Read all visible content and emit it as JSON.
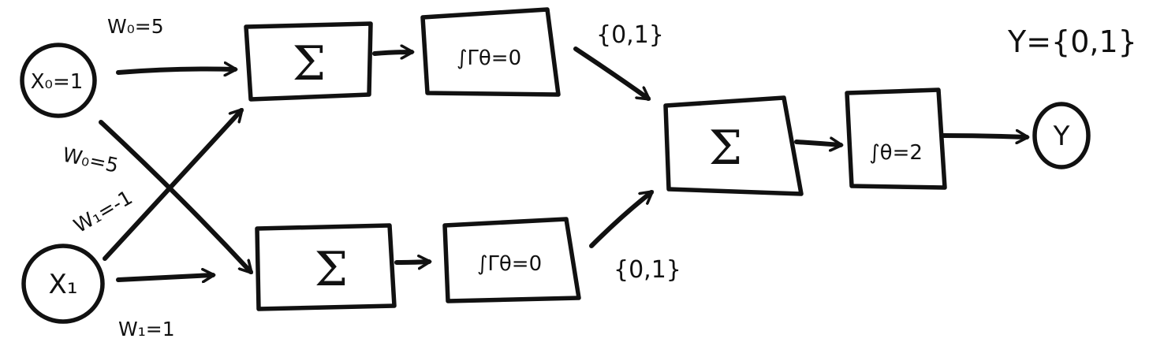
{
  "diagram": {
    "inputs": {
      "x0": "X₀=1",
      "x1": "X₁"
    },
    "weights": {
      "x0_to_upper": "W₀=5",
      "x0_to_lower": "W₀=5",
      "x1_to_upper": "W₁=-1",
      "x1_to_lower": "W₁=1"
    },
    "summation_symbol": "Σ",
    "activations": {
      "upper": "∫Γθ=0",
      "lower": "∫Γθ=0",
      "output": "∫θ=2"
    },
    "hidden_outputs": {
      "upper": "{0,1}",
      "lower": "{0,1}"
    },
    "output": {
      "node": "Y",
      "range": "Y={0,1}"
    }
  }
}
